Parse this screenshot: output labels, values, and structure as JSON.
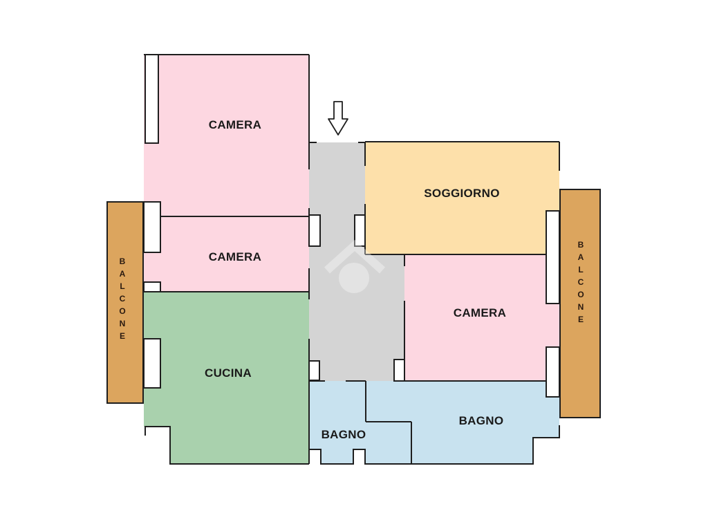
{
  "floorplan": {
    "colors": {
      "bedroom": "#fdd7e1",
      "living": "#fde0aa",
      "kitchen": "#a9d1ad",
      "bathroom": "#c8e2ef",
      "hallway": "#d4d4d4",
      "balcony": "#dca55e",
      "wall": "#1e1e1e",
      "window": "#ffffff"
    },
    "rooms": [
      {
        "id": "camera-1",
        "label": "CAMERA",
        "type": "bedroom"
      },
      {
        "id": "camera-2",
        "label": "CAMERA",
        "type": "bedroom"
      },
      {
        "id": "cucina",
        "label": "CUCINA",
        "type": "kitchen"
      },
      {
        "id": "soggiorno",
        "label": "SOGGIORNO",
        "type": "living"
      },
      {
        "id": "camera-3",
        "label": "CAMERA",
        "type": "bedroom"
      },
      {
        "id": "bagno-1",
        "label": "BAGNO",
        "type": "bathroom"
      },
      {
        "id": "bagno-2",
        "label": "BAGNO",
        "type": "bathroom"
      },
      {
        "id": "ingresso",
        "label": "",
        "type": "hallway"
      }
    ],
    "balconies": [
      {
        "id": "balcone-left",
        "label": "BALCONE",
        "letters": [
          "B",
          "A",
          "L",
          "C",
          "O",
          "N",
          "E"
        ]
      },
      {
        "id": "balcone-right",
        "label": "BALCONE",
        "letters": [
          "B",
          "A",
          "L",
          "C",
          "O",
          "N",
          "E"
        ]
      }
    ],
    "entrance_marker": "arrow-down"
  }
}
